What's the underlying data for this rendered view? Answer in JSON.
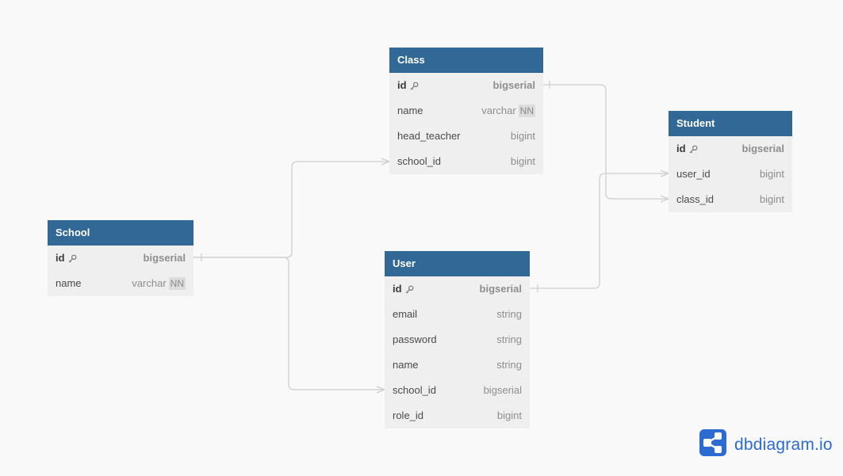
{
  "tables": [
    {
      "key": "class",
      "name": "Class",
      "fields": [
        {
          "name": "id",
          "type": "bigserial",
          "pk": true
        },
        {
          "name": "name",
          "type": "varchar",
          "nn": "NN"
        },
        {
          "name": "head_teacher",
          "type": "bigint"
        },
        {
          "name": "school_id",
          "type": "bigint"
        }
      ]
    },
    {
      "key": "student",
      "name": "Student",
      "fields": [
        {
          "name": "id",
          "type": "bigserial",
          "pk": true
        },
        {
          "name": "user_id",
          "type": "bigint"
        },
        {
          "name": "class_id",
          "type": "bigint"
        }
      ]
    },
    {
      "key": "school",
      "name": "School",
      "fields": [
        {
          "name": "id",
          "type": "bigserial",
          "pk": true
        },
        {
          "name": "name",
          "type": "varchar",
          "nn": "NN"
        }
      ]
    },
    {
      "key": "user",
      "name": "User",
      "fields": [
        {
          "name": "id",
          "type": "bigserial",
          "pk": true
        },
        {
          "name": "email",
          "type": "string"
        },
        {
          "name": "password",
          "type": "string"
        },
        {
          "name": "name",
          "type": "string"
        },
        {
          "name": "school_id",
          "type": "bigserial"
        },
        {
          "name": "role_id",
          "type": "bigint"
        }
      ]
    }
  ],
  "relationships": [
    {
      "from": "class.id",
      "to": "student.class_id"
    },
    {
      "from": "user.id",
      "to": "student.user_id"
    },
    {
      "from": "school.id",
      "to": "class.school_id"
    },
    {
      "from": "school.id",
      "to": "user.school_id"
    }
  ],
  "brand": {
    "logo_text": "dbdiagram.io",
    "logo_icon": "share-nodes-icon",
    "header_color": "#316896",
    "accent": "#2c6bd1"
  }
}
